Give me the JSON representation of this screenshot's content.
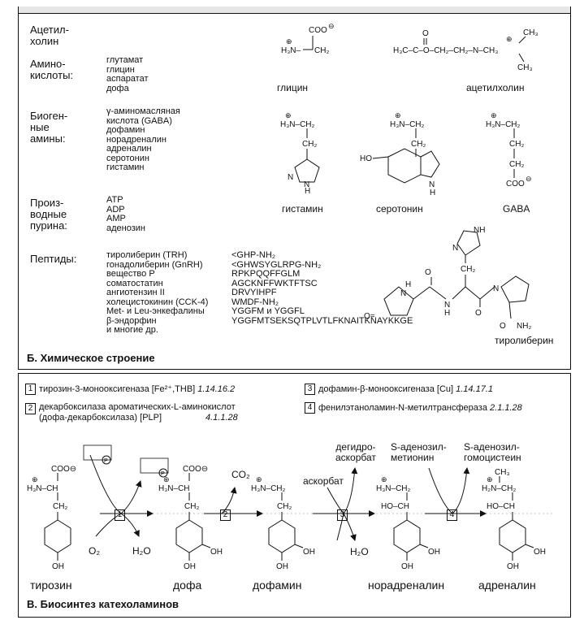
{
  "panel_b": {
    "caption": "Б. Химическое строение",
    "categories": [
      {
        "name": "Ацетил-\nхолин",
        "items": []
      },
      {
        "name": "Амино-\nкислоты:",
        "items": [
          "глутамат",
          "глицин",
          "аспаратат",
          "дофа"
        ]
      },
      {
        "name": "Биоген-\nные\nамины:",
        "items": [
          "γ-аминомасляная",
          "кислота (GABA)",
          "дофамин",
          "норадреналин",
          "адреналин",
          "серотонин",
          "гистамин"
        ]
      },
      {
        "name": "Произ-\nводные\nпурина:",
        "items": [
          "ATP",
          "ADP",
          "AMP",
          "аденозин"
        ]
      },
      {
        "name": "Пептиды:",
        "items": []
      }
    ],
    "peptides": [
      {
        "name": "тиролиберин (TRH)",
        "seq": "<GHP-NH₂"
      },
      {
        "name": "гонадолиберин (GnRH)",
        "seq": "<GHWSYGLRPG-NH₂"
      },
      {
        "name": "вещество P",
        "seq": "RPKPQQFFGLM"
      },
      {
        "name": "соматостатин",
        "seq": "AGCKNFFWKTFTSC"
      },
      {
        "name": "ангиотензин II",
        "seq": "DRVYIHPF"
      },
      {
        "name": "холецистокинин (CCK-4)",
        "seq": "WMDF-NH₂"
      },
      {
        "name": "Met- и Leu-энкефалины",
        "seq": "YGGFM и YGGFL"
      },
      {
        "name": "β-эндорфин",
        "seq": "YGGFMTSEKSQTPLVTLFKNAITKNAYKKGE"
      },
      {
        "name": "и многие др.",
        "seq": ""
      }
    ],
    "structure_labels": {
      "glycine": "глицин",
      "acetylcholine": "ацетилхолин",
      "histamine": "гистамин",
      "serotonin": "серотонин",
      "gaba": "GABA",
      "trh": "тиролиберин"
    }
  },
  "panel_c": {
    "caption": "В. Биосинтез катехоламинов",
    "enzymes": [
      {
        "num": "1",
        "name": "тирозин-3-монооксигеназа [Fe²⁺,THB]",
        "ec": "1.14.16.2"
      },
      {
        "num": "3",
        "name": "дофамин-β-монооксигеназа [Cu]",
        "ec": "1.14.17.1"
      },
      {
        "num": "2",
        "name": "декарбоксилаза ароматических-L-аминокислот\n(дофа-декарбоксилаза) [PLP]",
        "ec": "4.1.1.28"
      },
      {
        "num": "4",
        "name": "фенилэтаноламин-N-метилтрансфераза",
        "ec": "2.1.1.28"
      }
    ],
    "compounds": [
      "тирозин",
      "дофа",
      "дофамин",
      "норадреналин",
      "адреналин"
    ],
    "cofactors": {
      "o2": "O₂",
      "h2o_1": "H₂O",
      "co2": "CO₂",
      "ascorbate": "аскорбат",
      "h2o_2": "H₂O",
      "dehydroascorbate": "дегидро-\nаскорбат",
      "sam": "S-аденозил-\nметионин",
      "sah": "S-аденозил-\nгомоцистеин"
    },
    "step_numbers": [
      "1",
      "2",
      "3",
      "4"
    ]
  },
  "colors": {
    "ink": "#111111",
    "background": "#ffffff",
    "strip": "#e6e6e6"
  }
}
